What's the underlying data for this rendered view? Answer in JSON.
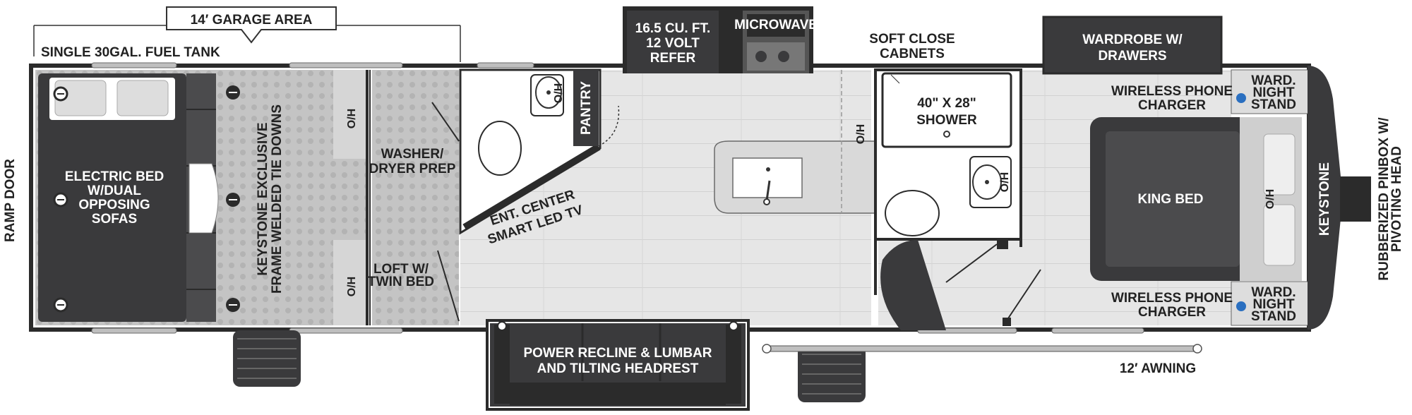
{
  "labels": {
    "garage_area": "14′ GARAGE AREA",
    "fuel_tank": "SINGLE 30GAL. FUEL TANK",
    "ramp_door": "RAMP DOOR",
    "electric_bed": [
      "ELECTRIC BED",
      "W/DUAL",
      "OPPOSING",
      "SOFAS"
    ],
    "tie_downs": [
      "KEYSTONE EXCLUSIVE",
      "FRAME WELDED TIE DOWNS"
    ],
    "oh": "O/H",
    "washer_dryer": [
      "WASHER/",
      "DRYER PREP"
    ],
    "loft": [
      "LOFT W/",
      "TWIN BED"
    ],
    "pantry": "PANTRY",
    "ent_center": [
      "ENT. CENTER",
      "SMART LED TV"
    ],
    "refer": [
      "16.5 CU. FT.",
      "12 VOLT",
      "REFER"
    ],
    "microwave": "MICROWAVE",
    "soft_close": [
      "SOFT CLOSE",
      "CABNETS"
    ],
    "shower": [
      "40\" X 28\"",
      "SHOWER"
    ],
    "wardrobe": [
      "WARDROBE W/",
      "DRAWERS"
    ],
    "wireless_top": [
      "WIRELESS PHONE",
      "CHARGER"
    ],
    "wireless_bottom": [
      "WIRELESS PHONE",
      "CHARGER"
    ],
    "ward_top": [
      "WARD.",
      "NIGHT",
      "STAND"
    ],
    "ward_bottom": [
      "WARD.",
      "NIGHT",
      "STAND"
    ],
    "king_bed": "KING BED",
    "brand": "KEYSTONE",
    "pinbox": [
      "RUBBERIZED PINBOX W/",
      "PIVOTING HEAD"
    ],
    "power_recline": [
      "POWER RECLINE & LUMBAR",
      "AND TILTING HEADREST"
    ],
    "awning": "12′ AWNING"
  },
  "colors": {
    "dark": "#3a3a3c",
    "floor": "#e2e2e2",
    "garage": "#bdbdbd",
    "wall": "#2b2b2b",
    "accent": "#2a6fc0"
  }
}
